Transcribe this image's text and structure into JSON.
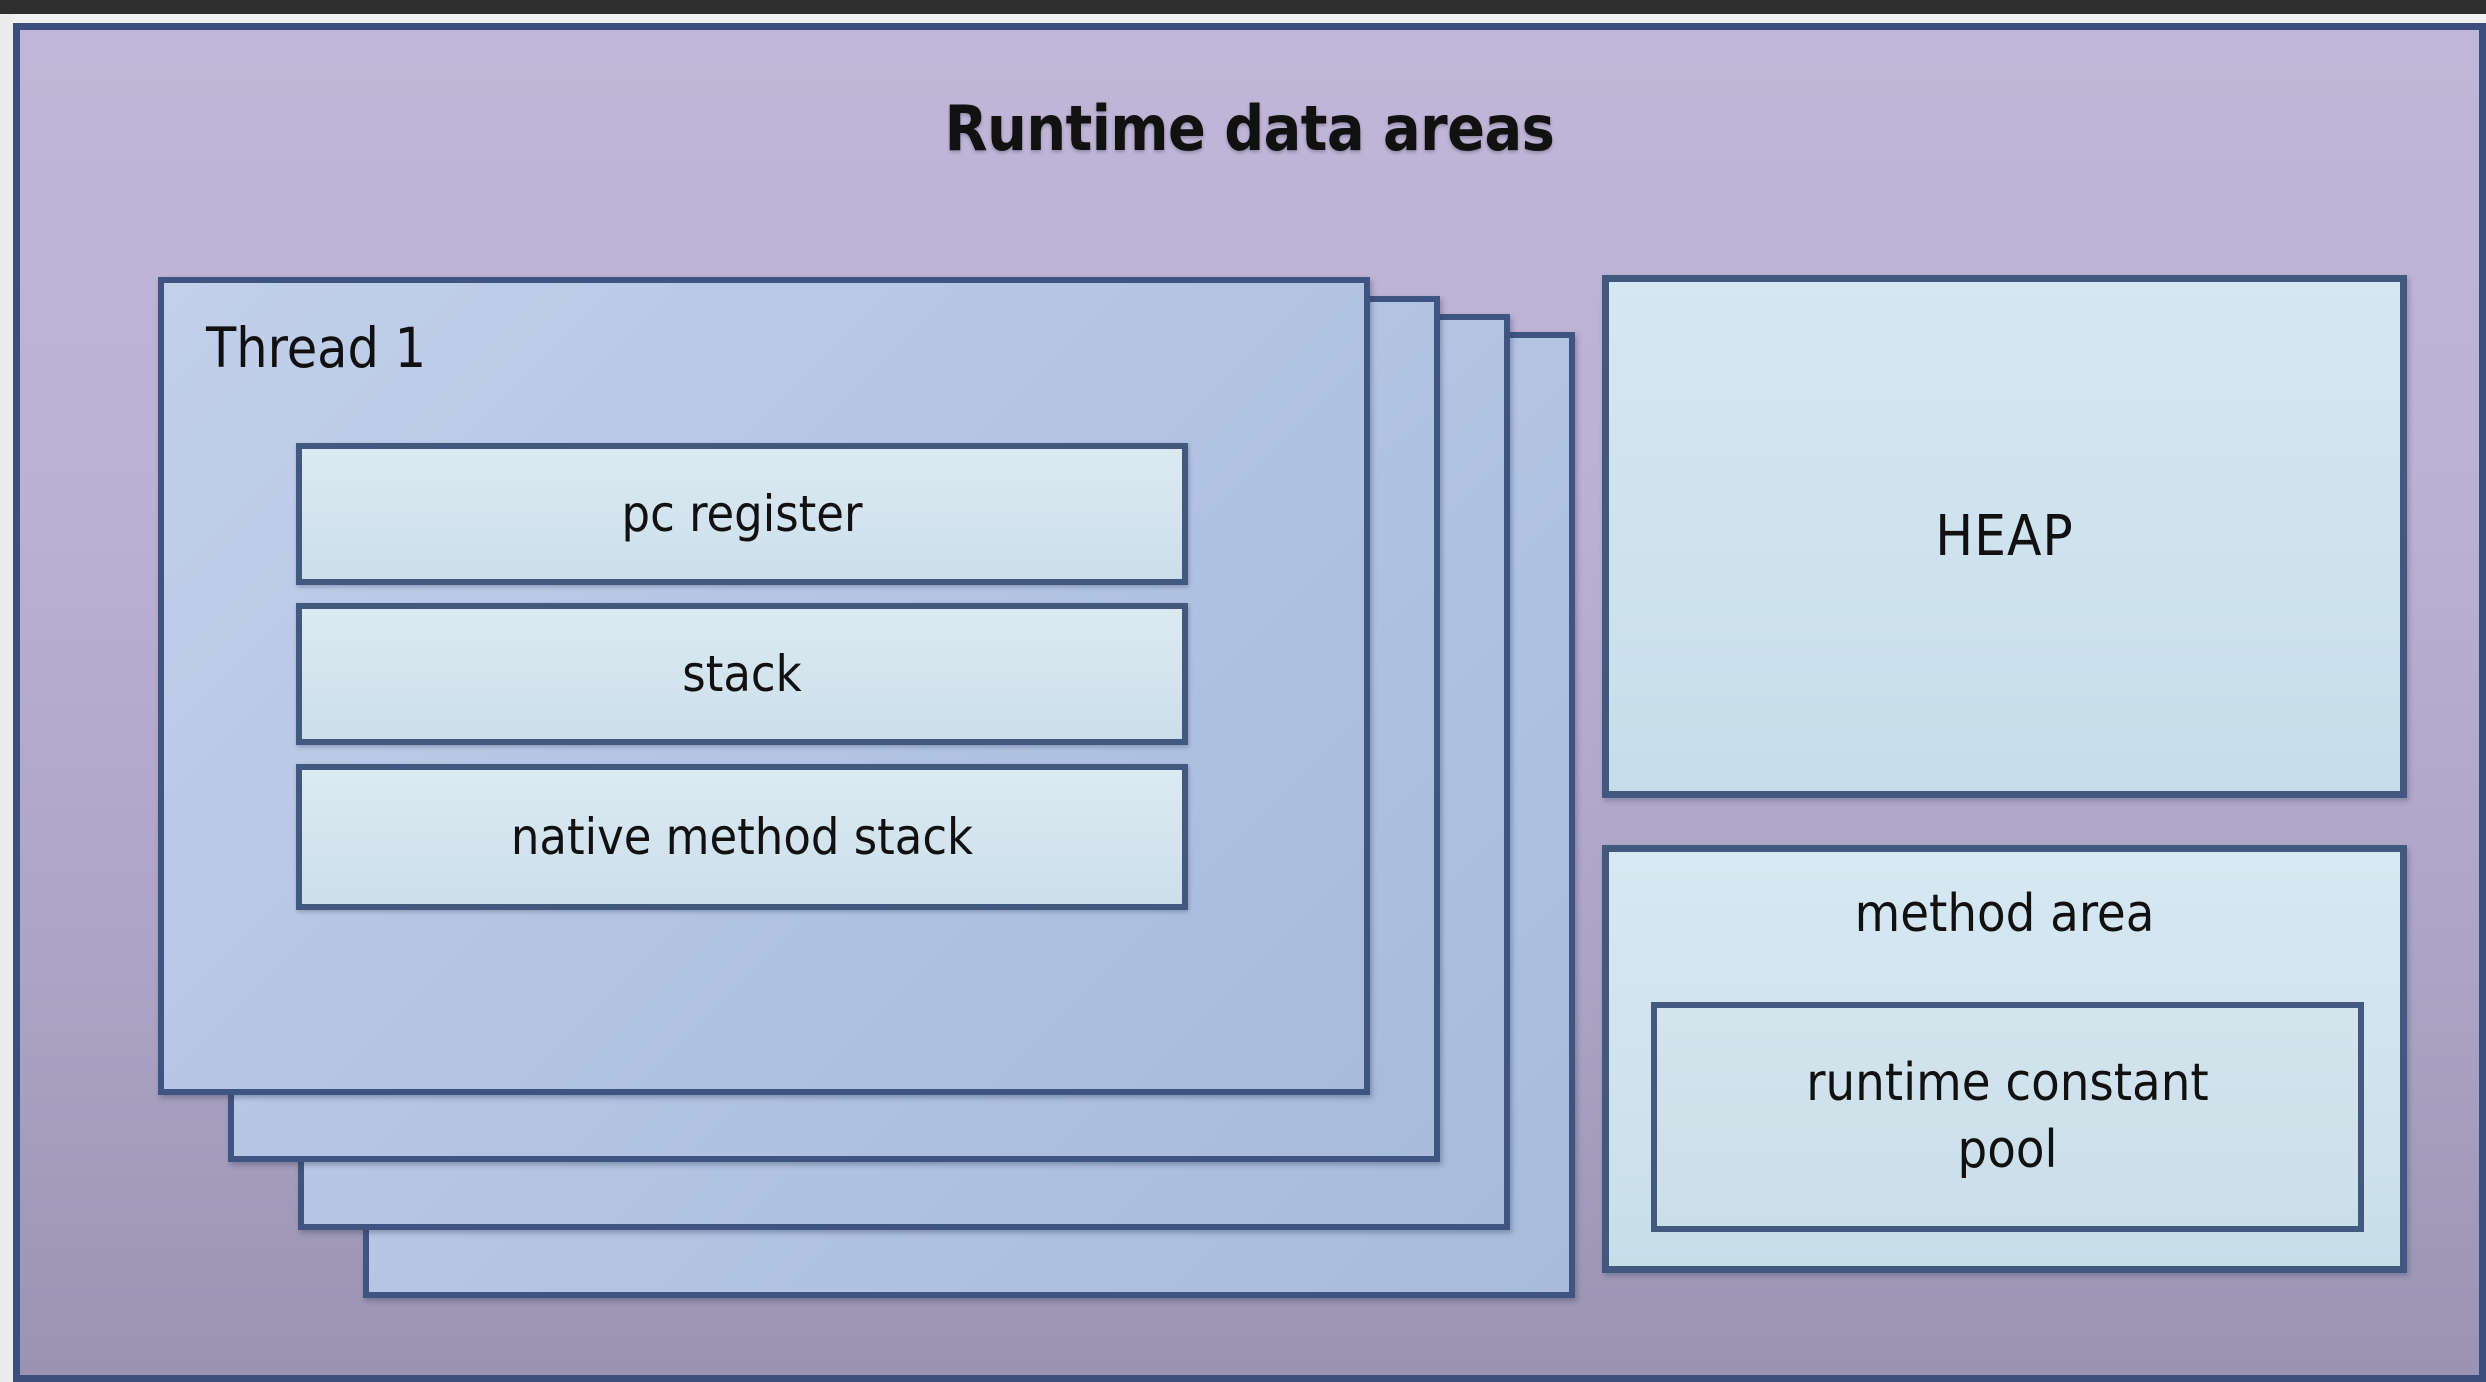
{
  "diagram": {
    "title": "Runtime data areas",
    "thread_stack": {
      "label": "Thread 1",
      "layer_count": 4,
      "regions": [
        {
          "label": "pc register"
        },
        {
          "label": "stack"
        },
        {
          "label": "native method stack"
        }
      ]
    },
    "heap": {
      "label": "HEAP"
    },
    "method_area": {
      "label": "method area",
      "runtime_constant_pool": {
        "line1": "runtime constant",
        "line2": "pool"
      }
    }
  },
  "colors": {
    "outer_background_top": "#c0b6d7",
    "outer_background_bottom": "#9a93b2",
    "border": "#3c4e7d",
    "thread_card_fill": "#b5c6e4",
    "inner_box_fill": "#d3e4ee",
    "text": "#111111"
  }
}
